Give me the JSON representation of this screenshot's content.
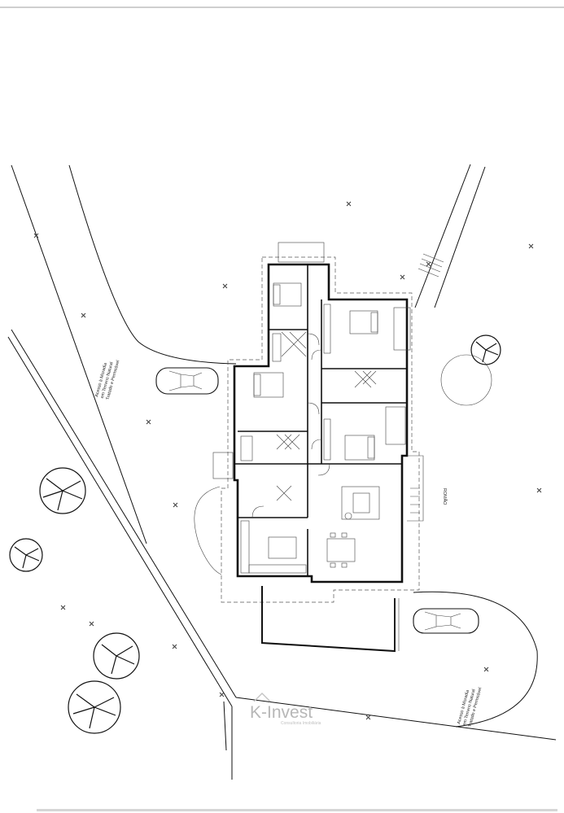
{
  "labels": {
    "access_left": [
      "Acesso à Moradia",
      "em Terreno Natural",
      "Tratado e Permeável"
    ],
    "access_right": [
      "Acesso à Moradia",
      "em Terreno Natural",
      "Tratado e Permeável"
    ],
    "north_label": "ROMÃO"
  },
  "watermark": {
    "name": "K-Invest",
    "subtitle": "Consultoria Imobiliária"
  },
  "icons": [
    "car-icon",
    "tree-icon",
    "bed-icon",
    "sofa-icon",
    "dining-table-icon",
    "x-marker-icon"
  ],
  "colors": {
    "line": "#111111",
    "watermark": "#b7b7b7"
  }
}
